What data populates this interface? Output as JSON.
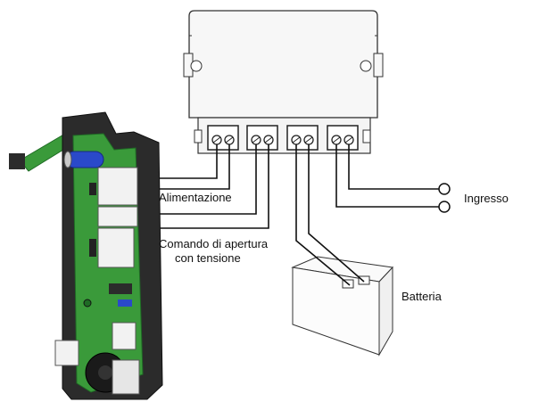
{
  "labels": {
    "power": "Alimentazione",
    "open_command_line1": "Comando di apertura",
    "open_command_line2": "con tensione",
    "input": "Ingresso",
    "battery": "Batteria"
  },
  "colors": {
    "pcb_green": "#3a9a3a",
    "pcb_dark_green": "#1f6b25",
    "frame_dark": "#2b2b2b",
    "capacitor_blue": "#2a49c9",
    "wire": "#111111",
    "box_fill": "#f7f7f7"
  },
  "terminal_blocks": [
    {
      "id": "power"
    },
    {
      "id": "open-command"
    },
    {
      "id": "battery"
    },
    {
      "id": "input"
    }
  ]
}
